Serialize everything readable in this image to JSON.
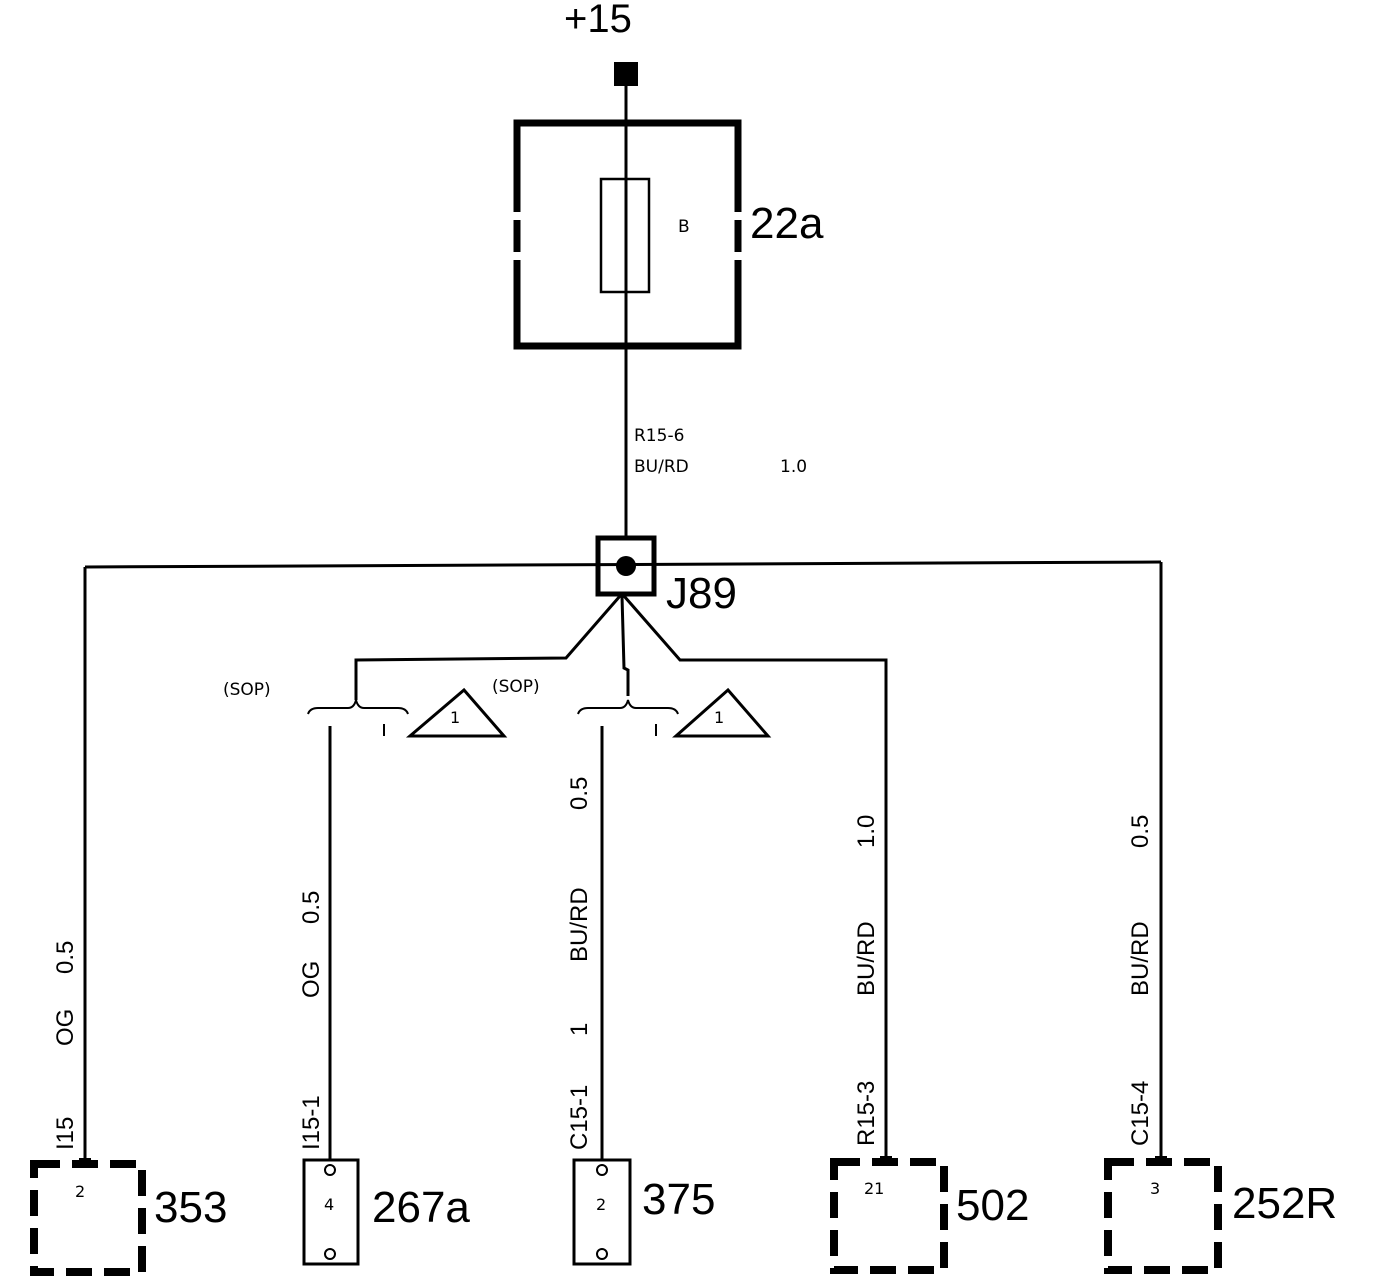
{
  "supply": {
    "label": "+15"
  },
  "fuse": {
    "id": "22a",
    "type_letter": "B"
  },
  "feed_wire": {
    "connector_pin": "R15-6",
    "color": "BU/RD",
    "size": "1.0"
  },
  "junction": {
    "id": "J89"
  },
  "sop_labels": [
    "(SOP)",
    "(SOP)"
  ],
  "triangles": [
    "1",
    "1"
  ],
  "branches": [
    {
      "component": "353",
      "pin_label": "2",
      "connector_pin": "I15",
      "color": "OG",
      "size": "0.5",
      "style": "dashed"
    },
    {
      "component": "267a",
      "pin_label": "4",
      "connector_pin": "I15-1",
      "color": "OG",
      "size": "0.5",
      "style": "solid"
    },
    {
      "component": "375",
      "pin_label": "2",
      "connector_pin": "C15-1",
      "color": "BU/RD",
      "size": "0.5",
      "extra": "1",
      "style": "solid"
    },
    {
      "component": "502",
      "pin_label": "21",
      "connector_pin": "R15-3",
      "color": "BU/RD",
      "size": "1.0",
      "style": "dashed"
    },
    {
      "component": "252R",
      "pin_label": "3",
      "connector_pin": "C15-4",
      "color": "BU/RD",
      "size": "0.5",
      "style": "dashed"
    }
  ],
  "colors": {
    "ink": "#000000",
    "background": "#ffffff"
  }
}
